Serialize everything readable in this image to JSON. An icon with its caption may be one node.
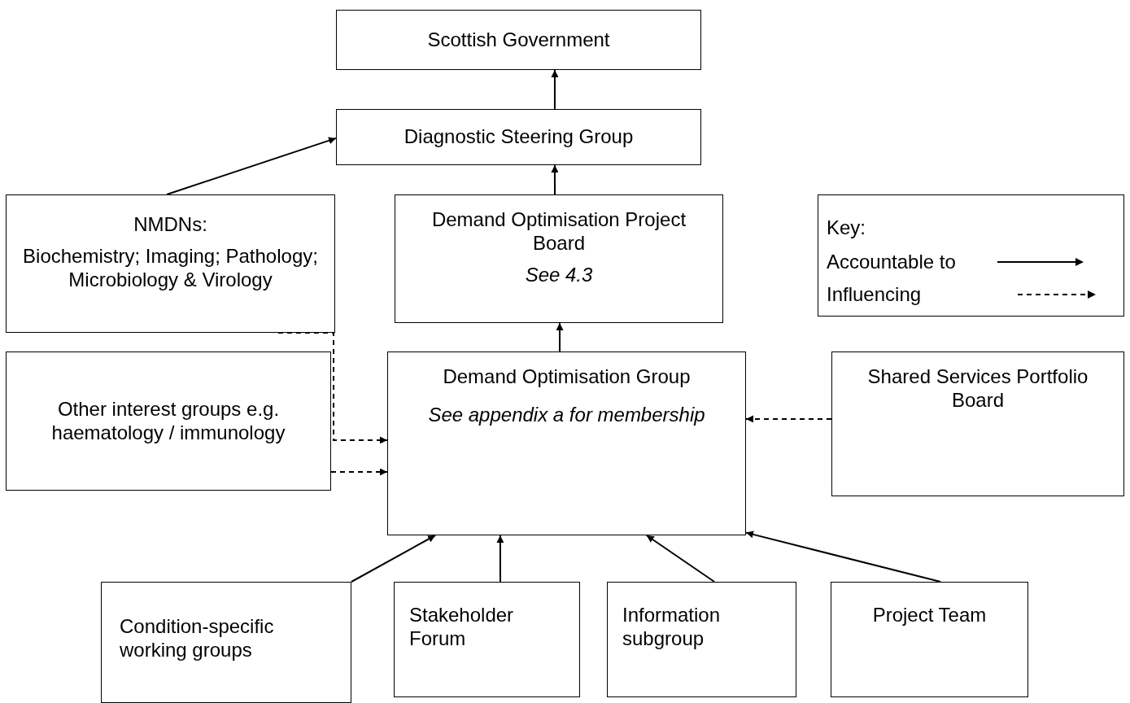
{
  "diagram": {
    "nodes": [
      {
        "text": [
          "Scottish Government"
        ]
      },
      {
        "text": [
          "Diagnostic Steering Group"
        ]
      },
      {
        "text": [
          "NMDNs:",
          "Biochemistry; Imaging; Pathology; Microbiology & Virology"
        ]
      },
      {
        "text": [
          "Demand Optimisation Project Board",
          "See 4.3"
        ]
      },
      {
        "text": [
          "Other interest groups e.g. haematology / immunology"
        ]
      },
      {
        "text": [
          "Demand Optimisation Group",
          "See appendix a for membership"
        ]
      },
      {
        "text": [
          "Shared Services Portfolio Board"
        ]
      },
      {
        "text": [
          "Condition-specific working groups"
        ]
      },
      {
        "text": [
          "Stakeholder Forum"
        ]
      },
      {
        "text": [
          "Information subgroup"
        ]
      },
      {
        "text": [
          "Project Team"
        ]
      }
    ],
    "edges": [
      {
        "from": 1,
        "to": 0,
        "arrow": "to"
      },
      {
        "from": 2,
        "to": 1,
        "arrow": "to"
      },
      {
        "from": 3,
        "to": 1,
        "arrow": "to"
      },
      {
        "from": 5,
        "to": 3,
        "arrow": "to"
      },
      {
        "from": 2,
        "to": 5,
        "arrow": "to",
        "style": "dashed"
      },
      {
        "from": 4,
        "to": 5,
        "arrow": "to",
        "style": "dashed"
      },
      {
        "from": 6,
        "to": 5,
        "arrow": "to",
        "style": "dashed"
      },
      {
        "from": 7,
        "to": 5,
        "arrow": "to"
      },
      {
        "from": 8,
        "to": 5,
        "arrow": "to"
      },
      {
        "from": 9,
        "to": 5,
        "arrow": "to"
      },
      {
        "from": 10,
        "to": 5,
        "arrow": "to"
      }
    ],
    "labels": [
      "Key:"
    ],
    "legend": [
      {
        "text": "Accountable to"
      },
      {
        "text": "Influencing"
      }
    ]
  }
}
